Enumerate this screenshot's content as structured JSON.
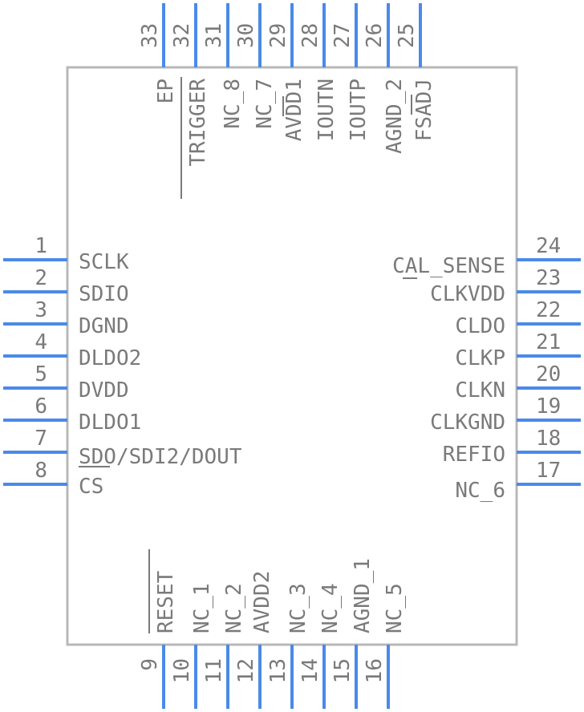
{
  "component": {
    "pins_left": [
      {
        "num": "1",
        "name": "SCLK"
      },
      {
        "num": "2",
        "name": "SDIO"
      },
      {
        "num": "3",
        "name": "DGND"
      },
      {
        "num": "4",
        "name": "DLDO2"
      },
      {
        "num": "5",
        "name": "DVDD"
      },
      {
        "num": "6",
        "name": "DLDO1"
      },
      {
        "num": "7",
        "name": "SDO/SDI2/DOUT"
      },
      {
        "num": "8",
        "name": "CS"
      }
    ],
    "pins_right": [
      {
        "num": "24",
        "name": "CAL_SENSE"
      },
      {
        "num": "23",
        "name": "CLKVDD"
      },
      {
        "num": "22",
        "name": "CLDO"
      },
      {
        "num": "21",
        "name": "CLKP"
      },
      {
        "num": "20",
        "name": "CLKN"
      },
      {
        "num": "19",
        "name": "CLKGND"
      },
      {
        "num": "18",
        "name": "REFIO"
      },
      {
        "num": "17",
        "name": "NC_6"
      }
    ],
    "pins_bottom": [
      {
        "num": "9",
        "name": "RESET"
      },
      {
        "num": "10",
        "name": "NC_1"
      },
      {
        "num": "11",
        "name": "NC_2"
      },
      {
        "num": "12",
        "name": "AVDD2"
      },
      {
        "num": "13",
        "name": "NC_3"
      },
      {
        "num": "14",
        "name": "NC_4"
      },
      {
        "num": "15",
        "name": "AGND_1"
      },
      {
        "num": "16",
        "name": "NC_5"
      }
    ],
    "pins_top": [
      {
        "num": "33",
        "name": "EP"
      },
      {
        "num": "32",
        "name": "TRIGGER"
      },
      {
        "num": "31",
        "name": "NC_8"
      },
      {
        "num": "30",
        "name": "NC_7"
      },
      {
        "num": "29",
        "name": "AVDD1"
      },
      {
        "num": "28",
        "name": "IOUTN"
      },
      {
        "num": "27",
        "name": "IOUTP"
      },
      {
        "num": "26",
        "name": "AGND_2"
      },
      {
        "num": "25",
        "name": "FSADJ"
      }
    ]
  },
  "colors": {
    "pin": "#4a8ae8",
    "outline": "#b8b8b8",
    "text": "#7a7a7a"
  }
}
